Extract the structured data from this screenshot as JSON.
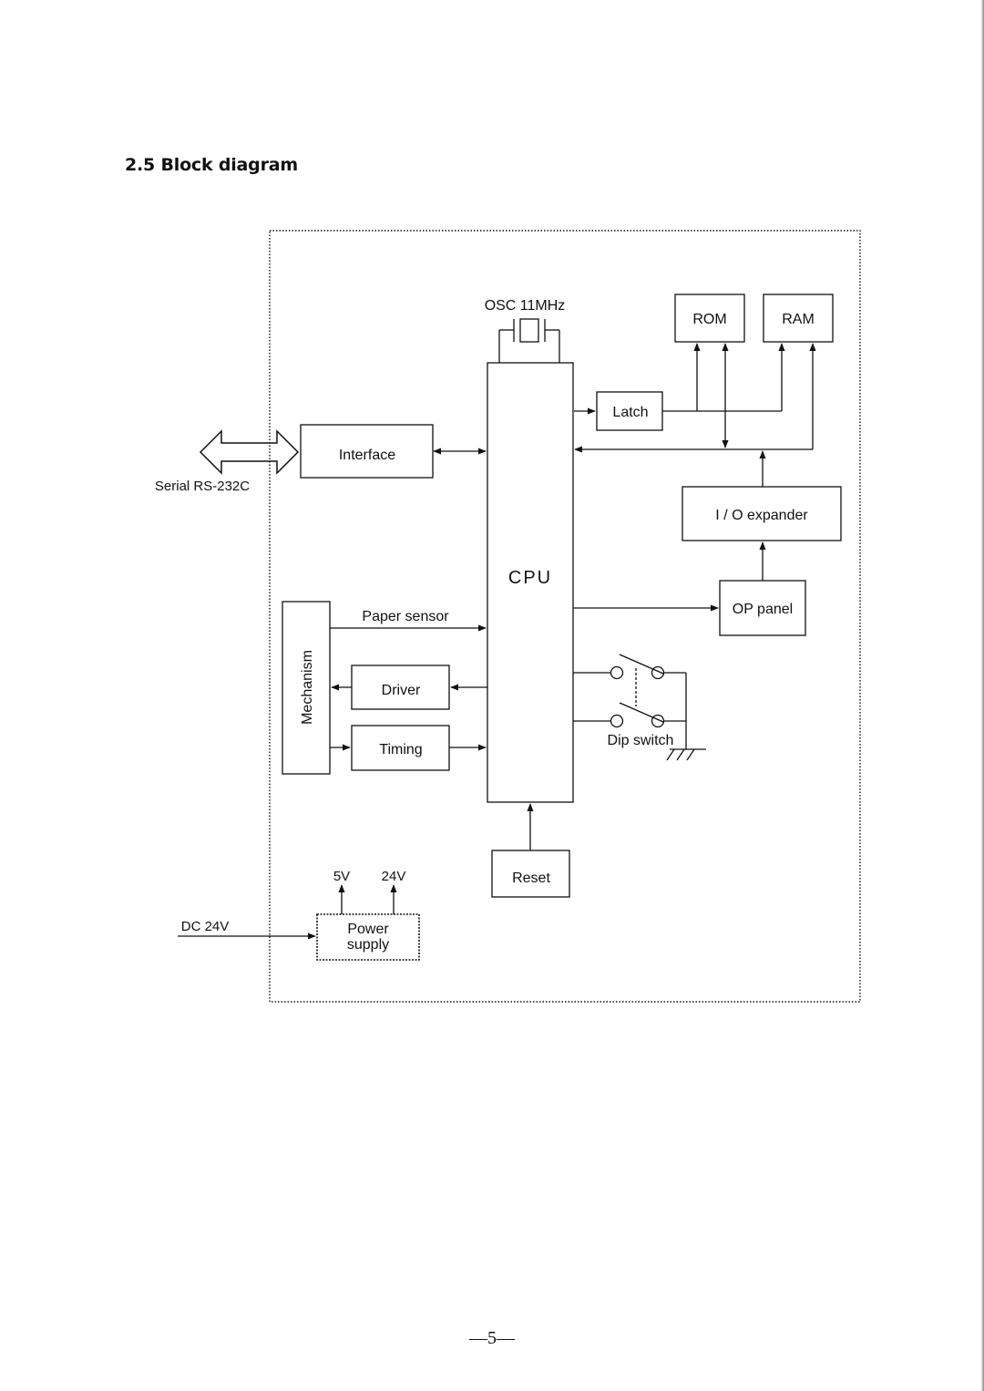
{
  "heading": "2.5  Block diagram",
  "page_number": "—5—",
  "diagram": {
    "external": {
      "serial": "Serial RS-232C",
      "dc_in": "DC 24V"
    },
    "blocks": {
      "osc": "OSC 11MHz",
      "rom": "ROM",
      "ram": "RAM",
      "latch": "Latch",
      "interface": "Interface",
      "cpu": "CPU",
      "io_expander": "I / O expander",
      "op_panel": "OP panel",
      "mechanism": "Mechanism",
      "paper_sensor": "Paper sensor",
      "driver": "Driver",
      "timing": "Timing",
      "dip_switch": "Dip switch",
      "reset": "Reset",
      "power_supply_line1": "Power",
      "power_supply_line2": "supply",
      "v5": "5V",
      "v24": "24V"
    }
  }
}
